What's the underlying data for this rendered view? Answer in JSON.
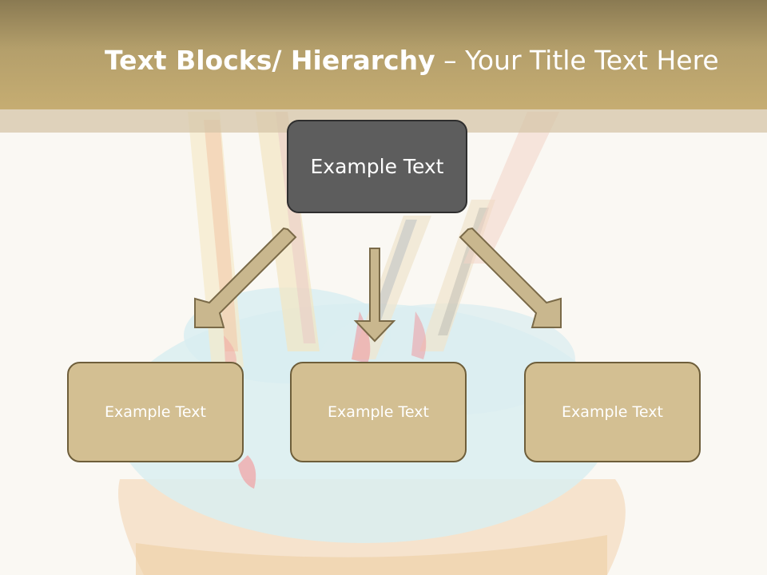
{
  "header": {
    "title_bold": "Text Blocks/ Hierarchy",
    "title_dash": " – ",
    "title_rest": "Your Title Text Here"
  },
  "diagram": {
    "top_box": {
      "label": "Example Text"
    },
    "child_boxes": [
      {
        "label": "Example Text"
      },
      {
        "label": "Example Text"
      },
      {
        "label": "Example Text"
      }
    ]
  },
  "colors": {
    "title_bar": "#b49f6b",
    "top_box_fill": "#5d5d5d",
    "child_box_fill": "#d3bf92",
    "child_box_border": "#6e5e3a",
    "arrow_fill": "#c9b78e",
    "arrow_stroke": "#7a6a48"
  },
  "icons": {
    "arrow_left": "diagonal-down-left-arrow-icon",
    "arrow_center": "down-arrow-icon",
    "arrow_right": "diagonal-down-right-arrow-icon"
  }
}
